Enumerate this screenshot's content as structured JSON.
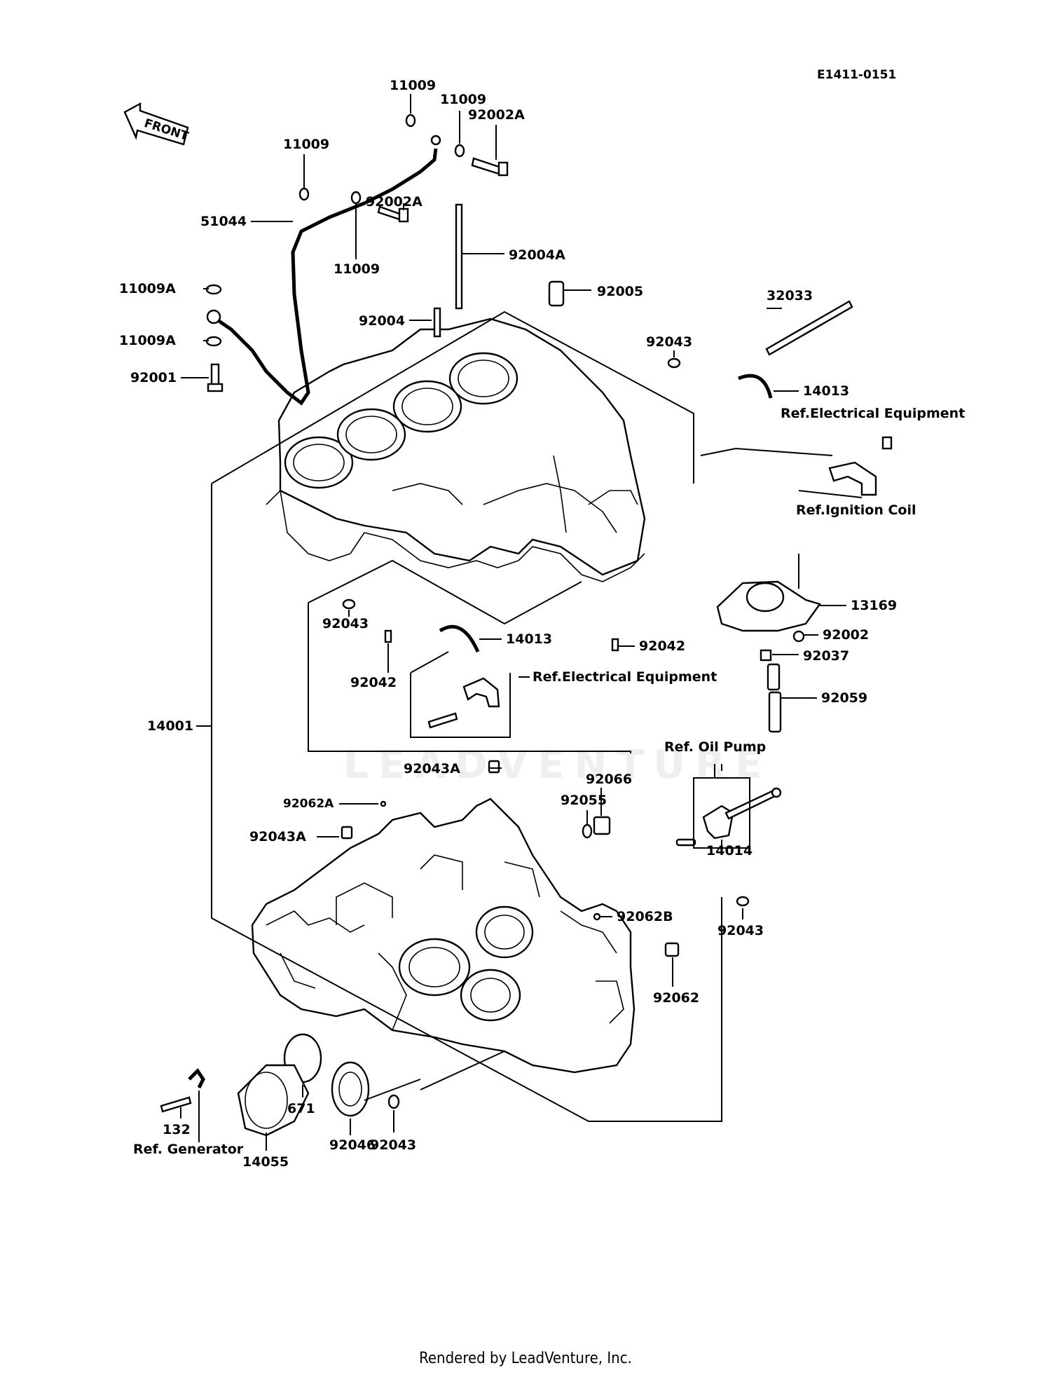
{
  "diagram_code": "E1411-0151",
  "front_label": "FRONT",
  "watermark": "LEADVENTURE",
  "footer": "Rendered by LeadVenture, Inc.",
  "labels": {
    "p11009_a": "11009",
    "p11009_b": "11009",
    "p11009_c": "11009",
    "p11009_d": "11009",
    "p92002A_a": "92002A",
    "p92002A_b": "92002A",
    "p51044": "51044",
    "p92004A": "92004A",
    "p11009A_a": "11009A",
    "p11009A_b": "11009A",
    "p92001": "92001",
    "p92004": "92004",
    "p92005": "92005",
    "p32033": "32033",
    "p92043_top": "92043",
    "p14013_top": "14013",
    "p13169": "13169",
    "p92002": "92002",
    "p92037": "92037",
    "p92059": "92059",
    "p92043_mid": "92043",
    "p14013_mid": "14013",
    "p92042_mid": "92042",
    "p92042_right": "92042",
    "p14001": "14001",
    "p92043A_top": "92043A",
    "p92066": "92066",
    "p92055": "92055",
    "p92062A": "92062A",
    "p92043A_left": "92043A",
    "p14014": "14014",
    "p92043_right": "92043",
    "p92062B": "92062B",
    "p92062": "92062",
    "p132": "132",
    "p671": "671",
    "p92046": "92046",
    "p14055": "14055",
    "p92043_bottom": "92043"
  },
  "refs": {
    "electrical_top": "Ref.Electrical Equipment",
    "ignition_coil": "Ref.Ignition Coil",
    "electrical_mid": "Ref.Electrical Equipment",
    "oil_pump": "Ref. Oil Pump",
    "generator": "Ref. Generator"
  }
}
